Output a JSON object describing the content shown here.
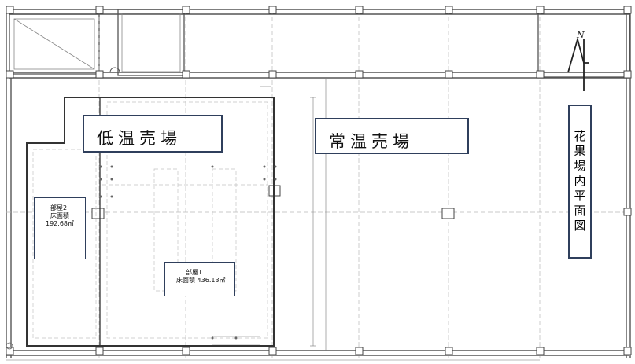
{
  "labels": {
    "low_temp_area": "低温売場",
    "normal_temp_area": "常温売場",
    "map_title": "花果場内平面図",
    "north": "N"
  },
  "rooms": [
    {
      "name": "部屋2",
      "area_label": "床面積",
      "area_value": "192.68㎡"
    },
    {
      "name": "部屋1",
      "area_label": "床面積",
      "area_value": "436.13㎡"
    }
  ],
  "colors": {
    "line": "#555555",
    "light_line": "#9a9a9a",
    "label_border": "#2f3f5c"
  }
}
